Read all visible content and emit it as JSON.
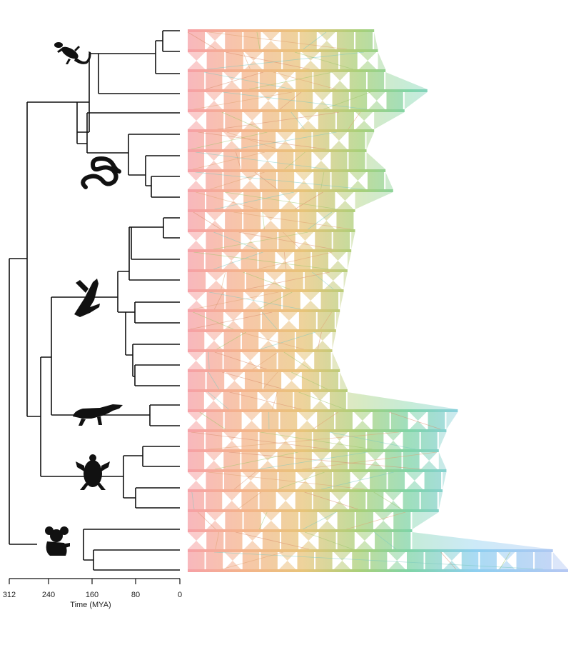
{
  "axis": {
    "title": "Time (MYA)",
    "ticks": [
      "312",
      "240",
      "160",
      "80",
      "0"
    ],
    "tick_values": [
      312,
      240,
      160,
      80,
      0
    ]
  },
  "clades": [
    {
      "icon": "lizard-icon"
    },
    {
      "icon": "snake-icon"
    },
    {
      "icon": "bird-icon"
    },
    {
      "icon": "crocodile-icon"
    },
    {
      "icon": "turtle-icon"
    },
    {
      "icon": "koala-icon"
    }
  ],
  "tracks": [
    {
      "extent": 0.49
    },
    {
      "extent": 0.5
    },
    {
      "extent": 0.52
    },
    {
      "extent": 0.63
    },
    {
      "extent": 0.57
    },
    {
      "extent": 0.49
    },
    {
      "extent": 0.47
    },
    {
      "extent": 0.52
    },
    {
      "extent": 0.54
    },
    {
      "extent": 0.44
    },
    {
      "extent": 0.44
    },
    {
      "extent": 0.43
    },
    {
      "extent": 0.42
    },
    {
      "extent": 0.41
    },
    {
      "extent": 0.4
    },
    {
      "extent": 0.39
    },
    {
      "extent": 0.38
    },
    {
      "extent": 0.4
    },
    {
      "extent": 0.42
    },
    {
      "extent": 0.71
    },
    {
      "extent": 0.68
    },
    {
      "extent": 0.66
    },
    {
      "extent": 0.68
    },
    {
      "extent": 0.67
    },
    {
      "extent": 0.66
    },
    {
      "extent": 0.59
    },
    {
      "extent": 0.96
    },
    {
      "extent": 1.0
    }
  ],
  "colors": {
    "gradient": [
      "#f6a0a6",
      "#f4b48a",
      "#e8c47a",
      "#a8d07a",
      "#7fd4a8",
      "#8ecff0",
      "#b7c7f3"
    ],
    "tree": "#111111"
  }
}
